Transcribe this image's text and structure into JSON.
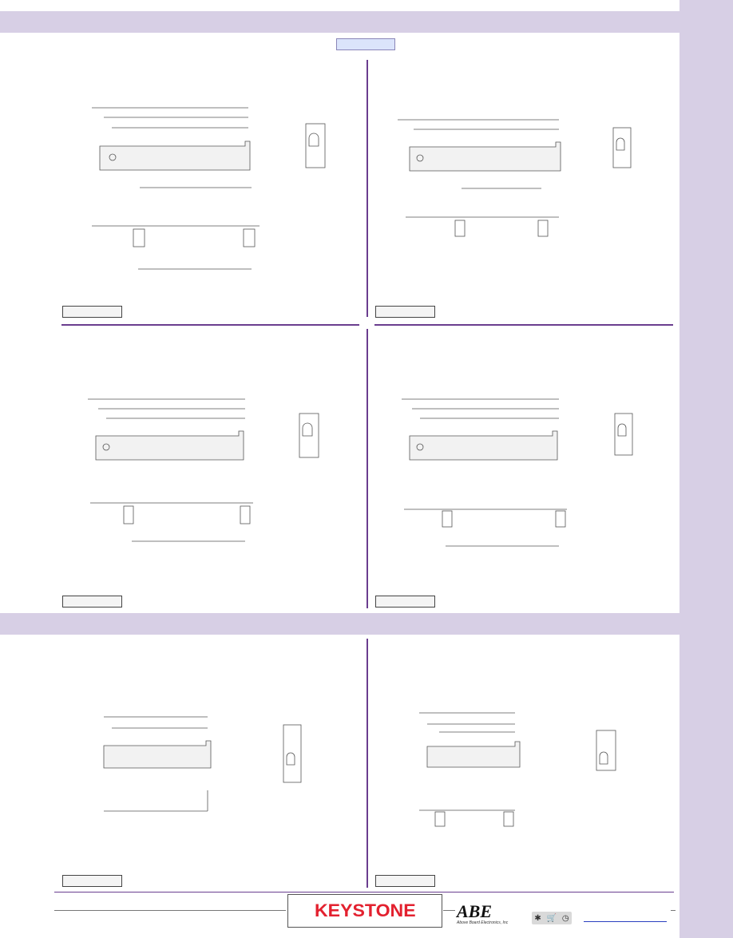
{
  "colors": {
    "band": "#d7cfe5",
    "divider": "#6a3d8f",
    "tab_fill": "#dbe4fb",
    "keystone_red": "#e3212f",
    "link_blue": "#2a3fbf"
  },
  "footer": {
    "brand_logo": "KEYSTONE",
    "partner_logo": "ABE",
    "partner_tagline": "Above Board Electronics, Inc",
    "icons": [
      "gear-icon",
      "cart-icon",
      "clock-icon"
    ]
  }
}
